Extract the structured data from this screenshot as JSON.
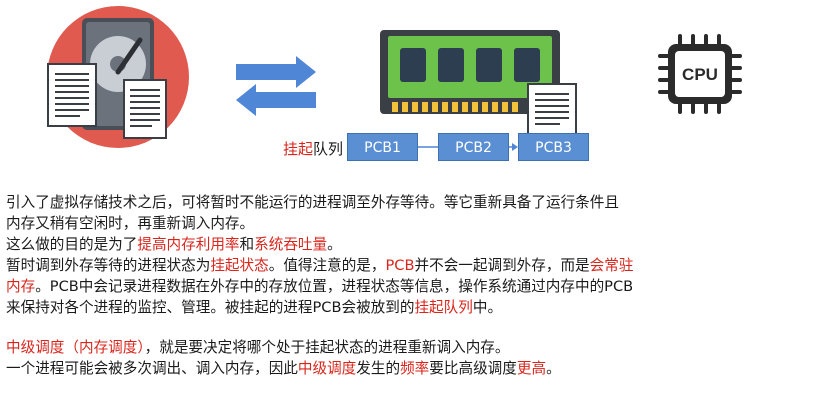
{
  "queue": {
    "label_red": "挂起",
    "label_rest": "队列",
    "pcbs": [
      "PCB1",
      "PCB2",
      "PCB3"
    ]
  },
  "cpu": {
    "label": "CPU"
  },
  "paragraph1": {
    "line1": "引入了虚拟存储技术之后，可将暂时不能运行的进程调至外存等待。等它重新具备了运行条件且",
    "line2": "内存又稍有空闲时，再重新调入内存。",
    "line3_a": "这么做的目的是为了",
    "line3_b": "提高内存利用率",
    "line3_c": "和",
    "line3_d": "系统吞吐量",
    "line3_e": "。",
    "line4_a": "暂时调到外存等待的进程状态为",
    "line4_b": "挂起状态",
    "line4_c": "。值得注意的是，",
    "line4_d": "PCB",
    "line4_e": "并不会一起调到外存，而是",
    "line4_f": "会常驻",
    "line5_a": "内存",
    "line5_b": "。PCB中会记录进程数据在外存中的存放位置，进程状态等信息，操作系统通过内存中的PCB",
    "line6_a": "来保持对各个进程的监控、管理。被挂起的进程PCB会被放到的",
    "line6_b": "挂起队列",
    "line6_c": "中。"
  },
  "paragraph2": {
    "line1_a": "中级调度（内存调度）",
    "line1_b": "，就是要决定将哪个处于挂起状态的进程重新调入内存。",
    "line2_a": "一个进程可能会被多次调出、调入内存，因此",
    "line2_b": "中级调度",
    "line2_c": "发生的",
    "line2_d": "频率",
    "line2_e": "要比高级调度",
    "line2_f": "更高",
    "line2_g": "。"
  }
}
